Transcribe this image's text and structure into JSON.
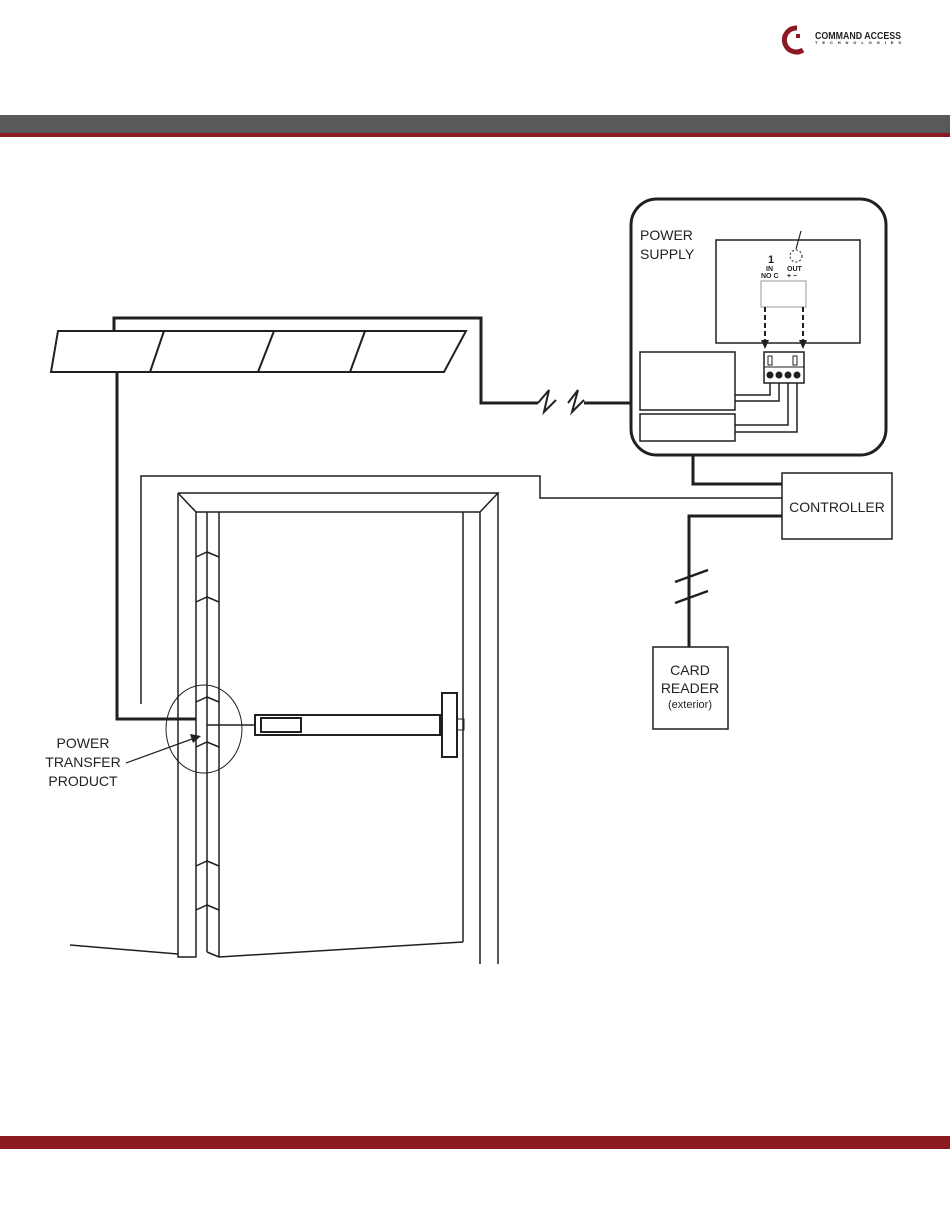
{
  "brand": {
    "name_line1": "COMMAND ACCESS",
    "name_line2": "TECHNOLOGIES",
    "logo_color": "#8b1a22"
  },
  "colors": {
    "header_bar": "#58595b",
    "accent_red": "#8b1a22",
    "line": "#231f20"
  },
  "power_supply": {
    "label_line1": "POWER",
    "label_line2": "SUPPLY",
    "terminal_number": "1",
    "in_label": "IN",
    "in_pins": "NO C",
    "out_label": "OUT",
    "out_pins": "+ −"
  },
  "controller": {
    "label": "CONTROLLER"
  },
  "card_reader": {
    "label_line1": "CARD",
    "label_line2": "READER",
    "label_line3": "(exterior)"
  },
  "power_transfer": {
    "label_line1": "POWER",
    "label_line2": "TRANSFER",
    "label_line3": "PRODUCT"
  }
}
